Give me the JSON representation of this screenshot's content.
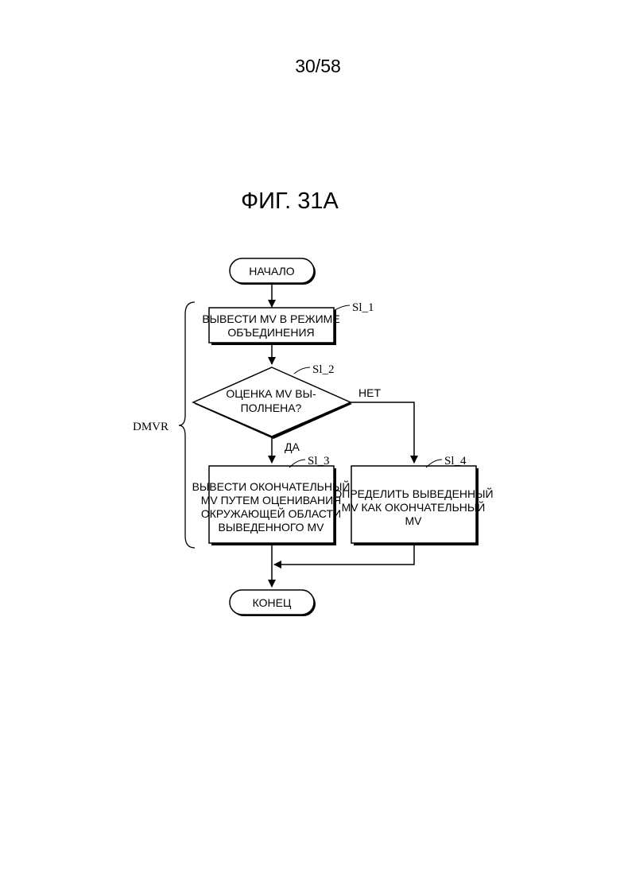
{
  "header": {
    "page_number": "30/58",
    "figure_title": "ФИГ. 31А"
  },
  "flowchart": {
    "start": "НАЧАЛО",
    "end": "КОНЕЦ",
    "group_label": "DMVR",
    "steps": {
      "s1": {
        "ref": "Sl_1",
        "lines": [
          "ВЫВЕСТИ MV В РЕЖИМЕ",
          "ОБЪЕДИНЕНИЯ"
        ]
      },
      "s2": {
        "ref": "Sl_2",
        "lines": [
          "ОЦЕНКА MV ВЫ-",
          "ПОЛНЕНА?"
        ],
        "yes_label": "ДА",
        "no_label": "НЕТ"
      },
      "s3": {
        "ref": "Sl_3",
        "lines": [
          "ВЫВЕСТИ ОКОНЧАТЕЛЬНЫЙ",
          "MV ПУТЕМ ОЦЕНИВАНИЯ",
          "ОКРУЖАЮЩЕЙ ОБЛАСТИ",
          "ВЫВЕДЕННОГО MV"
        ]
      },
      "s4": {
        "ref": "Sl_4",
        "lines": [
          "ОПРЕДЕЛИТЬ ВЫВЕДЕННЫЙ",
          "MV КАК ОКОНЧАТЕЛЬНЫЙ",
          "MV"
        ]
      }
    }
  }
}
